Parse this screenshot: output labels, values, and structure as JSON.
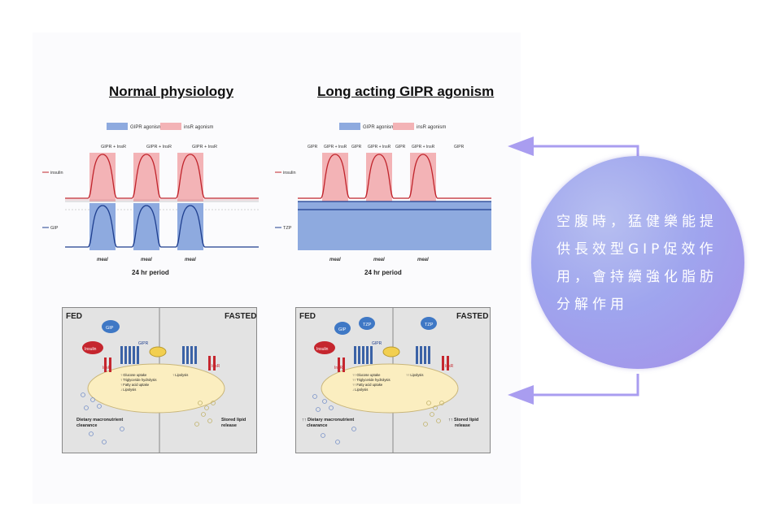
{
  "left_figure": {
    "title": "Normal physiology",
    "legend": [
      "GIPR agonism",
      "insR agonism"
    ],
    "top_labels": [
      "GIPR + InsR",
      "GIPR + InsR",
      "GIPR + InsR"
    ],
    "row_labels": [
      "insulin",
      "GIP"
    ],
    "meal_labels": [
      "meal",
      "meal",
      "meal"
    ],
    "x_label": "24 hr period"
  },
  "right_figure": {
    "title": "Long acting GIPR agonism",
    "legend": [
      "GIPR agonism",
      "insR agonism"
    ],
    "top_labels": [
      "GIPR",
      "GIPR + InsR",
      "GIPR",
      "GIPR + InsR",
      "GIPR",
      "GIPR + InsR",
      "GIPR"
    ],
    "row_labels": [
      "insulin",
      "TZP"
    ],
    "meal_labels": [
      "meal",
      "meal",
      "meal"
    ],
    "x_label": "24 hr period"
  },
  "cell_left": {
    "fed": "FED",
    "fasted": "FASTED",
    "gip": "GIP",
    "insulin": "Insulin",
    "gipr": "GIPR",
    "insr_left": "InsR",
    "insr_right": "InsR",
    "effects": [
      "↑ Glucose uptake",
      "↑ Triglyceride hydrolysis",
      "↑ Fatty acid uptake",
      "↓ Lipolysis"
    ],
    "lipolysis": "↑ Lipolysis",
    "dietary": [
      "Dietary macronutrient",
      "clearance"
    ],
    "stored": [
      "Stored lipid",
      "release"
    ]
  },
  "cell_right": {
    "fed": "FED",
    "fasted": "FASTED",
    "gip": "GIP",
    "tzp_fed": "TZP",
    "tzp_fasted": "TZP",
    "insulin": "Insulin",
    "gipr": "GIPR",
    "insr_left": "InsR",
    "insr_right": "InsR",
    "effects": [
      "↑↑ Glucose uptake",
      "↑↑ Triglyceride hydrolysis",
      "↑↑ Fatty acid uptake",
      "↓ Lipolysis"
    ],
    "lipolysis": "↑↑ Lipolysis",
    "dietary": [
      "↑↑ Dietary macronutrient",
      "clearance"
    ],
    "stored": [
      "↑↑ Stored lipid",
      "release"
    ]
  },
  "callout": {
    "lines": [
      "空腹時，猛健樂能提",
      "供長效型GIP促效作",
      "用，會持續強化脂肪",
      "分解作用"
    ]
  },
  "colors": {
    "insulin_fill": "#f3b3b6",
    "insulin_line": "#c0242c",
    "gip_fill": "#8eaadf",
    "gip_line": "#1f3f8f",
    "arrow": "#a99df0",
    "bubble": "#a5a6ee",
    "cell_bg": "#e3e3e3",
    "adipocyte": "#fbeec0"
  }
}
